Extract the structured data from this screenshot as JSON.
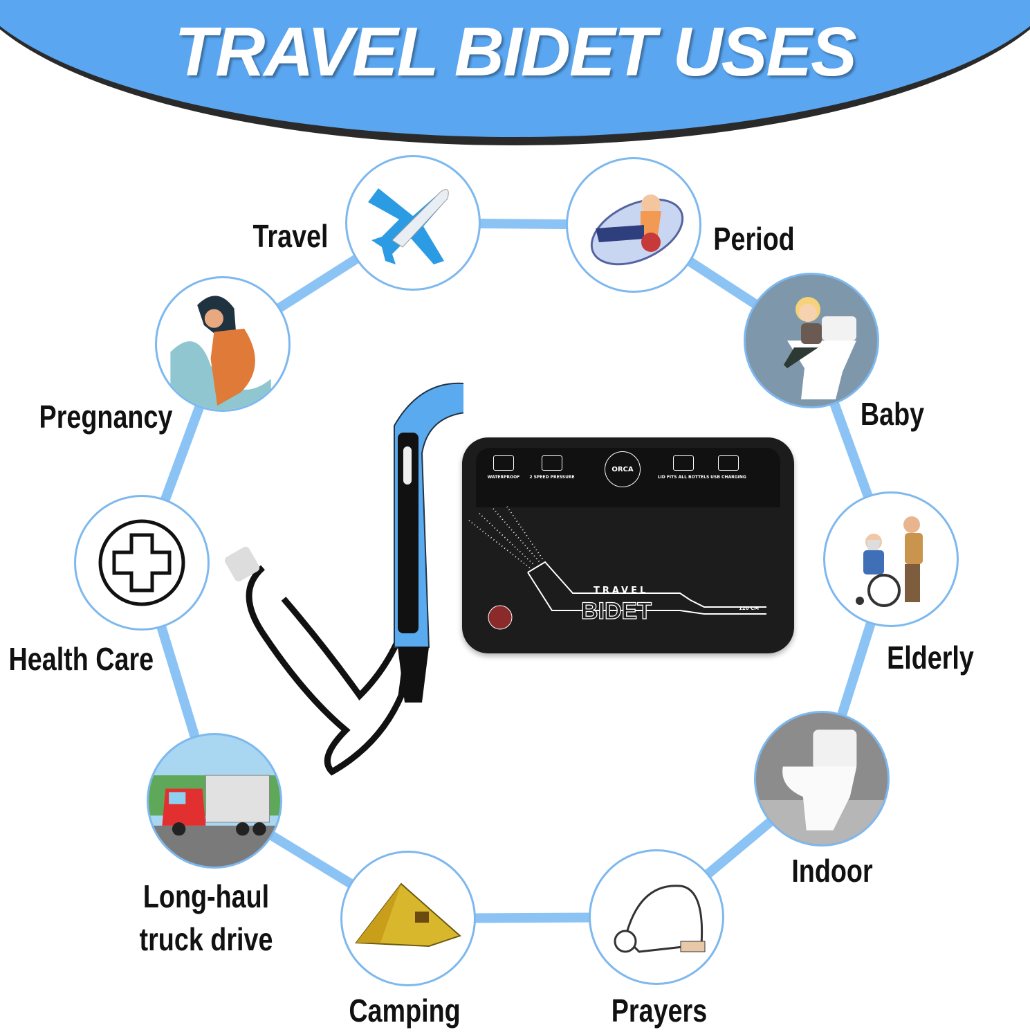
{
  "title": "TRAVEL BIDET USES",
  "colors": {
    "header_blue": "#5aa6f1",
    "connector_blue": "#8cc3f5",
    "circle_border": "#7db8ee"
  },
  "uses": [
    {
      "label": "Travel",
      "icon": "airplane-icon"
    },
    {
      "label": "Period",
      "icon": "period-pad-icon"
    },
    {
      "label": "Baby",
      "icon": "baby-toilet-icon"
    },
    {
      "label": "Elderly",
      "icon": "wheelchair-icon"
    },
    {
      "label": "Indoor",
      "icon": "toilet-icon"
    },
    {
      "label": "Prayers",
      "icon": "praying-person-icon"
    },
    {
      "label": "Camping",
      "icon": "tent-icon"
    },
    {
      "label": "Long-haul",
      "label2": "truck drive",
      "icon": "truck-icon"
    },
    {
      "label": "Health Care",
      "icon": "medical-cross-icon"
    },
    {
      "label": "Pregnancy",
      "icon": "pregnant-woman-icon"
    }
  ],
  "product": {
    "features": [
      "WATERPROOF",
      "2 SPEED PRESSURE",
      "LID FITS ALL BOTTELS",
      "USB CHARGING"
    ],
    "brand": "ORCA",
    "bag_line1": "TRAVEL",
    "bag_line2": "BIDET",
    "hose_length": "120 CM"
  }
}
